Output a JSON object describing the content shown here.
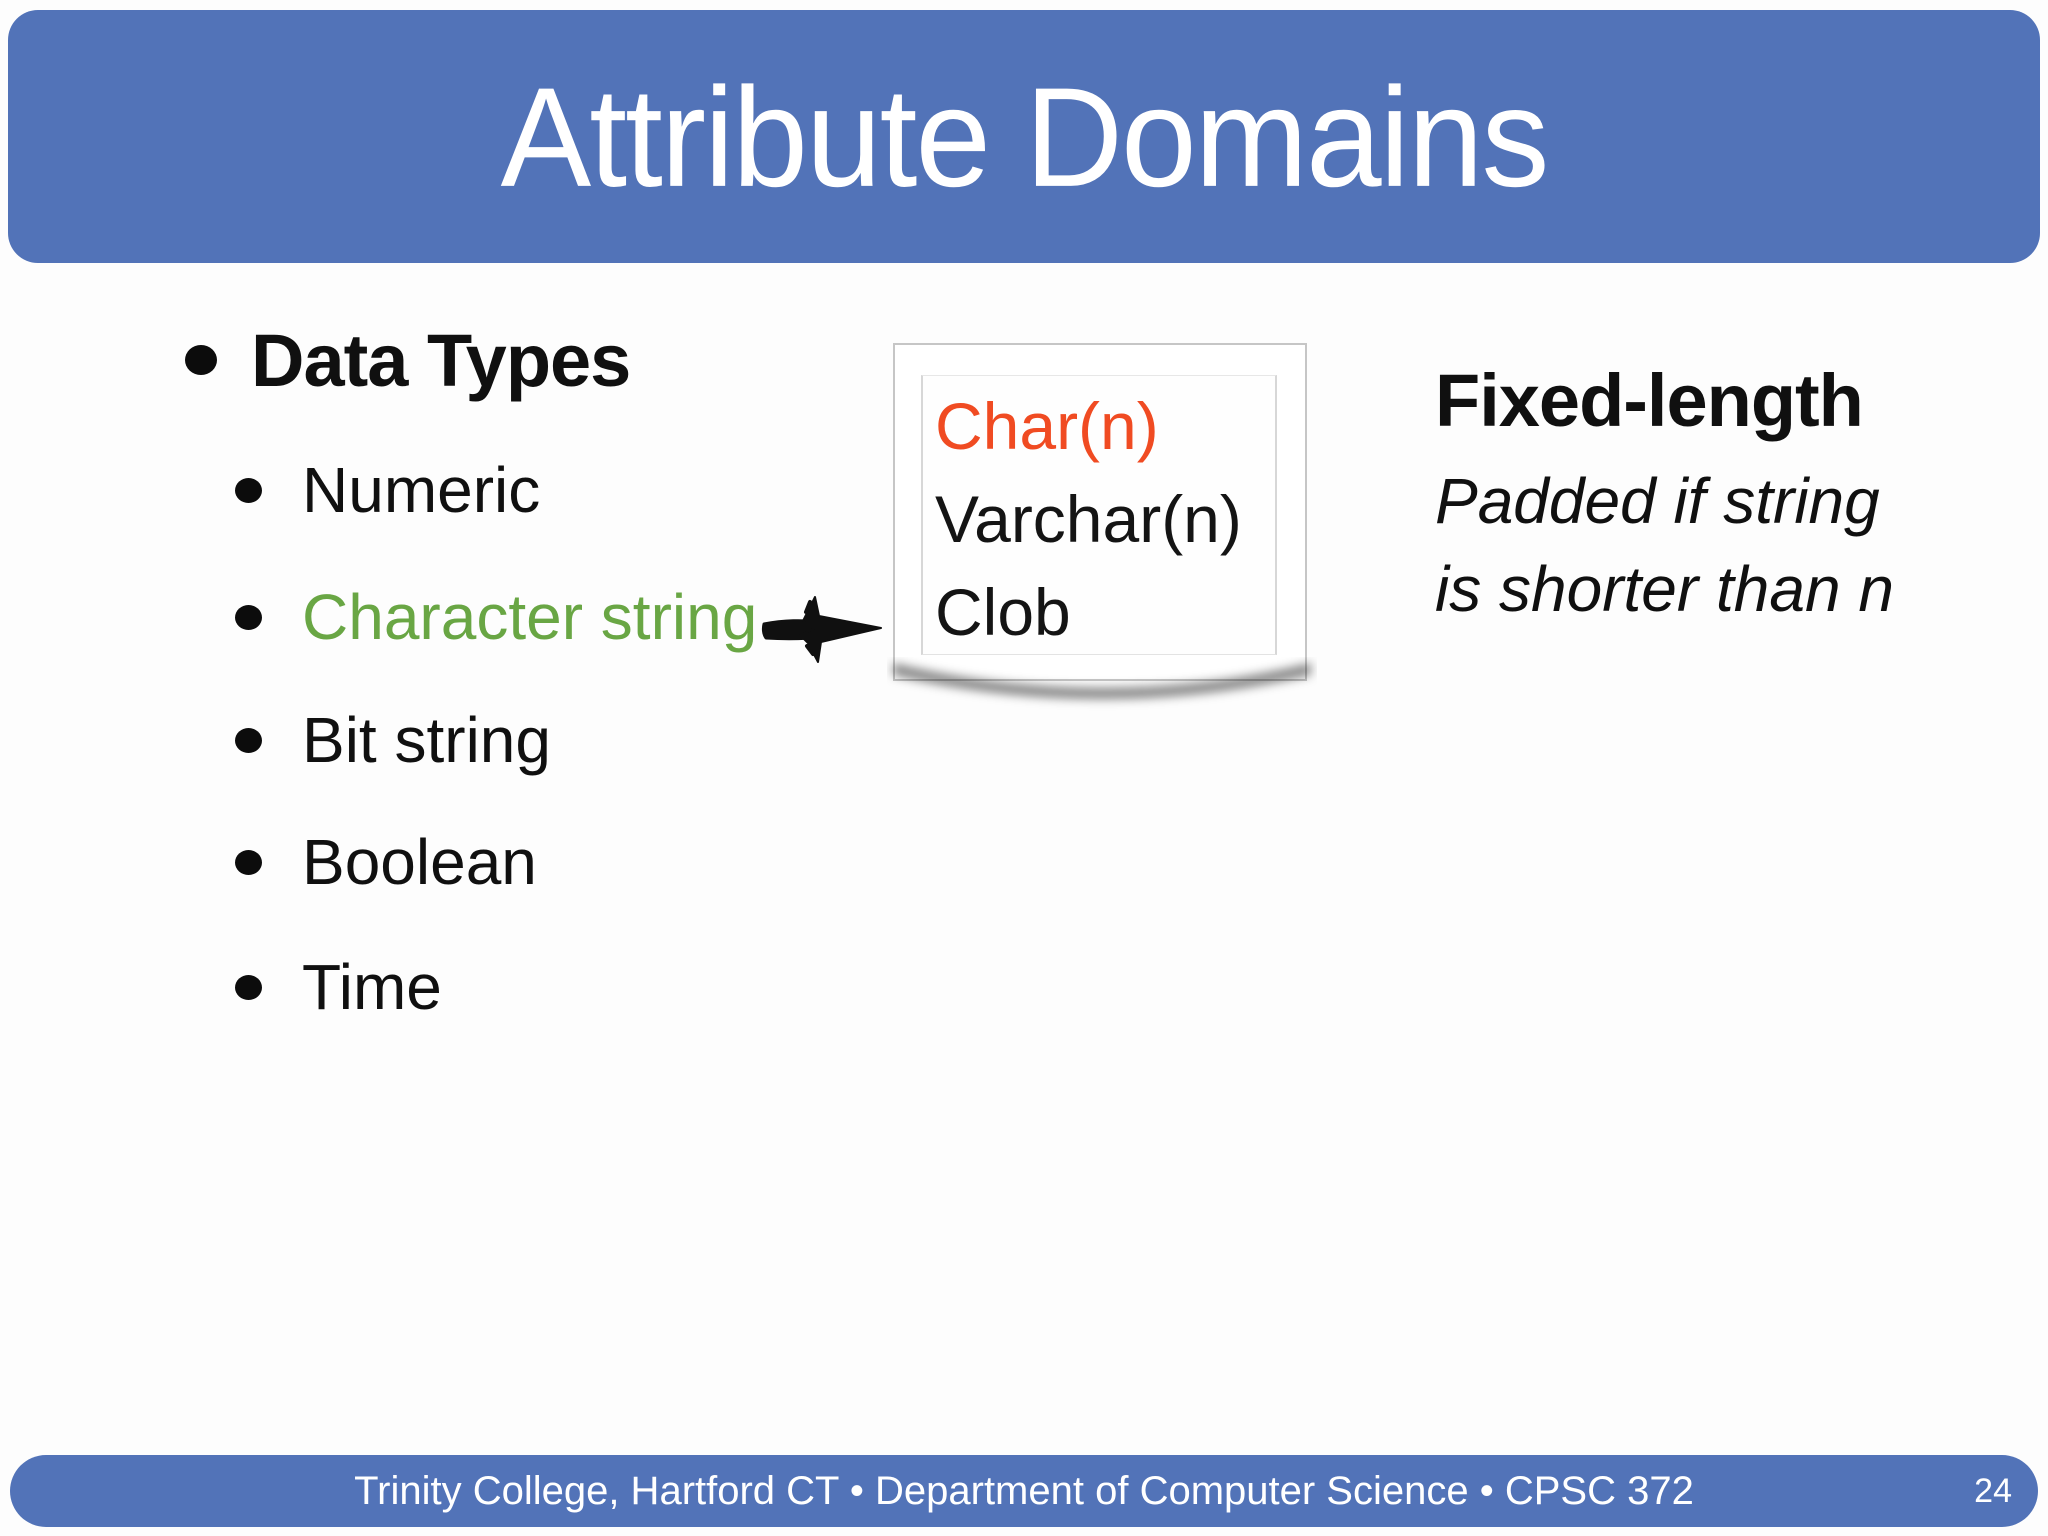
{
  "slide": {
    "title": "Attribute Domains",
    "footer": "Trinity College, Hartford CT  •  Department of Computer Science  •  CPSC 372",
    "page_number": "24",
    "colors": {
      "bar_blue": "#5273b8",
      "highlight_green": "#69a644",
      "highlight_red": "#f04b22",
      "text_black": "#101010"
    }
  },
  "bullets": {
    "level1": "Data Types",
    "items": [
      {
        "label": "Numeric"
      },
      {
        "label": "Character string"
      },
      {
        "label": "Bit string"
      },
      {
        "label": "Boolean"
      },
      {
        "label": "Time"
      }
    ]
  },
  "note_card": {
    "lines": [
      {
        "text": "Char(n)"
      },
      {
        "text": "Varchar(n)"
      },
      {
        "text": "Clob"
      }
    ]
  },
  "annotation": {
    "heading": "Fixed-length",
    "line1": "Padded if string",
    "line2": "is shorter than n"
  },
  "icons": {
    "arrow": "hand-drawn-right-arrow",
    "bullet": "filled-circle"
  }
}
